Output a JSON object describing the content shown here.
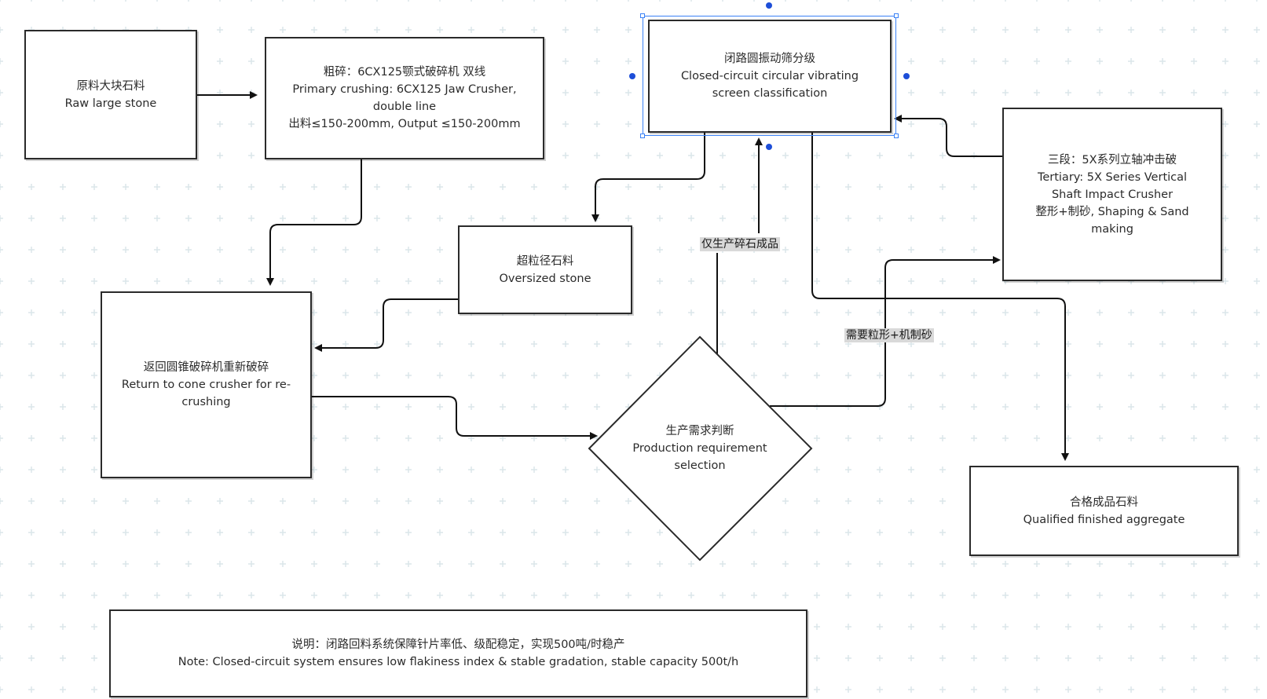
{
  "nodes": {
    "raw_stone": {
      "zh": "原料大块石料",
      "en": "Raw large stone"
    },
    "primary": {
      "line1": "粗碎：6CX125颚式破碎机 双线",
      "line2": "Primary crushing: 6CX125 Jaw Crusher,",
      "line3": "double line",
      "line4": "出料≤150-200mm, Output ≤150-200mm"
    },
    "screen": {
      "zh": "闭路圆振动筛分级",
      "en1": "Closed-circuit circular vibrating",
      "en2": "screen classification"
    },
    "tertiary": {
      "line1": "三段：5X系列立轴冲击破",
      "line2": "Tertiary: 5X Series Vertical",
      "line3": "Shaft Impact Crusher",
      "line4": "整形+制砂, Shaping & Sand",
      "line5": "making"
    },
    "oversized": {
      "zh": "超粒径石料",
      "en": "Oversized stone"
    },
    "return": {
      "zh": "返回圆锥破碎机重新破碎",
      "en1": "Return to cone crusher for re-",
      "en2": "crushing"
    },
    "decision": {
      "zh": "生产需求判断",
      "en1": "Production requirement",
      "en2": "selection"
    },
    "qualified": {
      "zh": "合格成品石料",
      "en": "Qualified finished aggregate"
    },
    "note": {
      "zh": "说明：闭路回料系统保障针片率低、级配稳定，实现500吨/时稳产",
      "en": "Note: Closed-circuit system ensures low flakiness index & stable gradation, stable capacity 500t/h"
    }
  },
  "edge_labels": {
    "only_crushed": "仅生产碎石成品",
    "need_shaping": "需要粒形+机制砂"
  },
  "colors": {
    "stroke": "#2a2a2a",
    "selection": "#3b82f6",
    "handle": "#1d4ed8",
    "label_bg": "#d9d9d9",
    "grid_dot": "#dbe6ea"
  }
}
